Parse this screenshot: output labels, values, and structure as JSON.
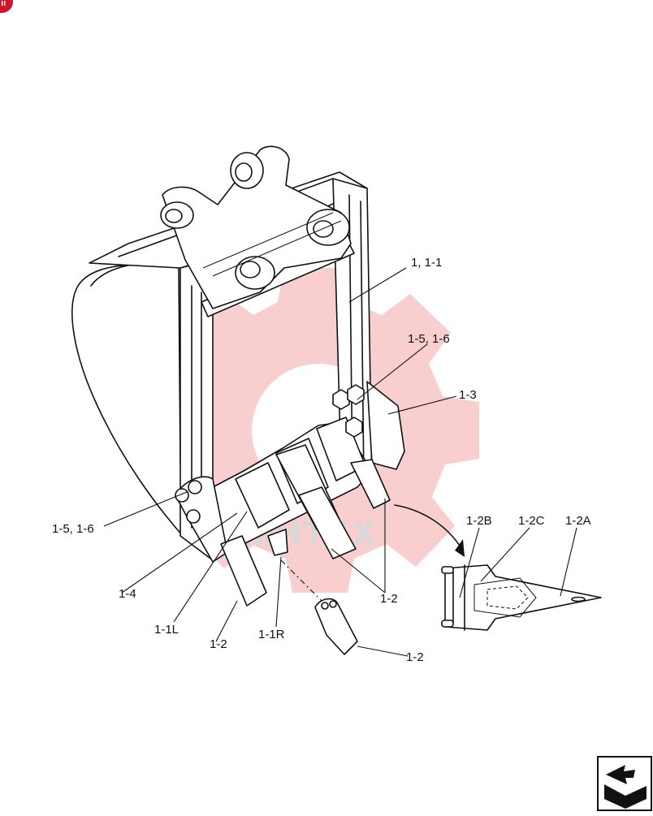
{
  "diagram": {
    "labels": {
      "bucket": "1, 1-1",
      "bolt_upper": "1-5, 1-6",
      "side_cutter": "1-3",
      "bolt_lower": "1-5, 1-6",
      "side_plate": "1-4",
      "adapter_left": "1-1L",
      "tooth_left": "1-2",
      "adapter_right": "1-1R",
      "tooth_group": "1-2",
      "tooth_detached": "1-2",
      "detail_b": "1-2B",
      "detail_c": "1-2C",
      "detail_a": "1-2A"
    },
    "watermark_text": "MHTEX",
    "colors": {
      "watermark_gear": "#f2a6a6",
      "corner_badge": "#d0142c",
      "line": "#111111"
    },
    "icons": {
      "corner": "red-circle-badge",
      "nav": "return-arrow-icon"
    }
  }
}
